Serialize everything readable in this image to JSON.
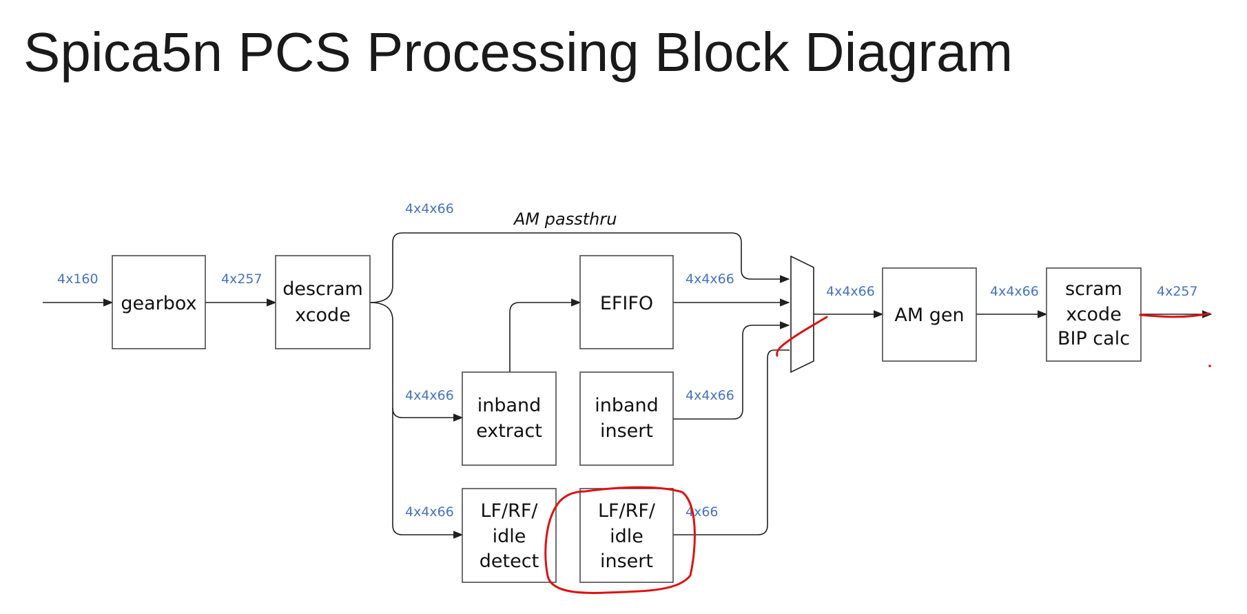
{
  "title": "Spica5n PCS Processing Block Diagram",
  "blocks": {
    "gearbox": [
      "gearbox"
    ],
    "descram": [
      "descram",
      "xcode"
    ],
    "efifo": [
      "EFIFO"
    ],
    "inband_extract": [
      "inband",
      "extract"
    ],
    "inband_insert": [
      "inband",
      "insert"
    ],
    "lfrf_detect": [
      "LF/RF/",
      "idle",
      "detect"
    ],
    "lfrf_insert": [
      "LF/RF/",
      "idle",
      "insert"
    ],
    "am_gen": [
      "AM gen"
    ],
    "scram": [
      "scram",
      "xcode",
      "BIP calc"
    ]
  },
  "buses": {
    "in": "4x160",
    "gearbox_out": "4x257",
    "passthru": "4x4x66",
    "extract_in": "4x4x66",
    "detect_in": "4x4x66",
    "efifo_out": "4x4x66",
    "insert_out": "4x4x66",
    "lfrf_out": "4x66",
    "mux_out": "4x4x66",
    "amgen_out": "4x4x66",
    "out": "4x257"
  },
  "notes": {
    "am_passthru": "AM passthru"
  },
  "colors": {
    "bus_label": "#4472c4",
    "annotation": "#e01010",
    "block_stroke": "#4a4a4a"
  }
}
